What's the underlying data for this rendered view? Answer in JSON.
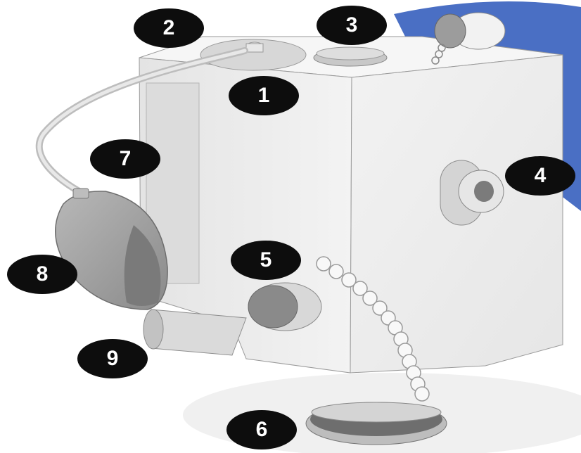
{
  "diagram": {
    "callouts": [
      {
        "id": "1",
        "label": "1"
      },
      {
        "id": "2",
        "label": "2"
      },
      {
        "id": "3",
        "label": "3"
      },
      {
        "id": "4",
        "label": "4"
      },
      {
        "id": "5",
        "label": "5"
      },
      {
        "id": "6",
        "label": "6"
      },
      {
        "id": "7",
        "label": "7"
      },
      {
        "id": "8",
        "label": "8"
      },
      {
        "id": "9",
        "label": "9"
      }
    ]
  },
  "colors": {
    "backdrop_blue": "#4a6fc4",
    "device_body": "#ededed",
    "device_shadow": "#c9c9c9",
    "callout_fill": "#0d0d0d",
    "callout_text": "#ffffff"
  },
  "icons": [
    "hose-icon",
    "bulb-icon",
    "cap-icon",
    "chain-icon",
    "knob-icon",
    "port-icon"
  ]
}
